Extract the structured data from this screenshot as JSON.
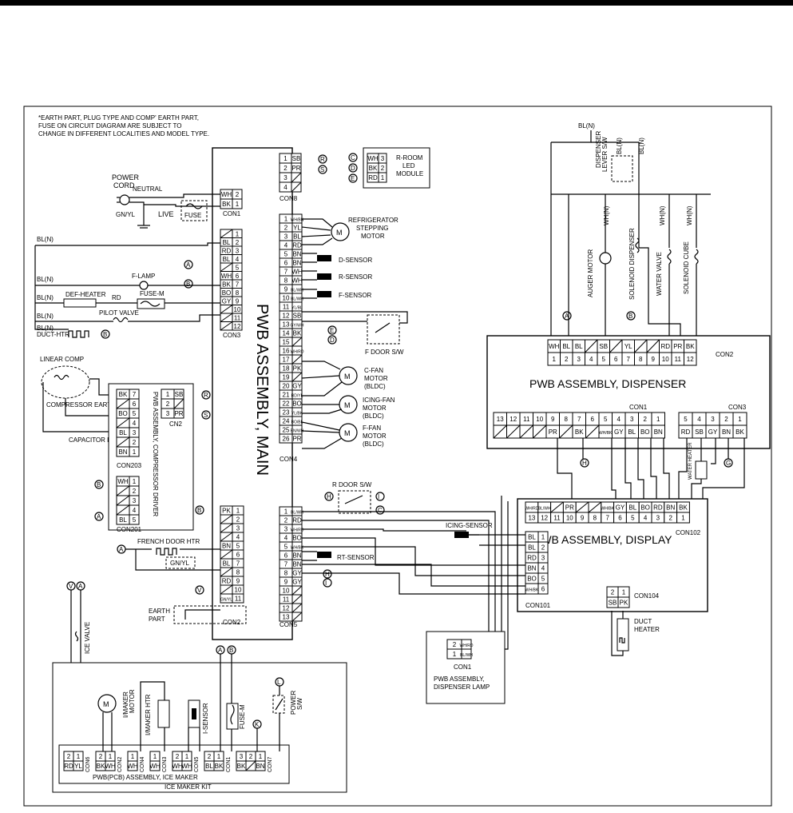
{
  "note": [
    "*EARTH PART, PLUG TYPE AND COMP' EARTH PART,",
    "FUSE ON CIRCUIT DIAGRAM ARE SUBJECT TO",
    "CHANGE IN DIFFERENT LOCALITIES AND MODEL TYPE."
  ],
  "main_board": {
    "label": "PWB ASSEMBLY, MAIN"
  },
  "power": {
    "cord": [
      "POWER",
      "CORD"
    ],
    "neutral": "NEUTRAL",
    "live": "LIVE",
    "fuse": "FUSE",
    "gnd": "GN/YL"
  },
  "con1": {
    "name": "CON1",
    "pins": [
      {
        "c": "WH",
        "n": "2"
      },
      {
        "c": "BK",
        "n": "1"
      }
    ]
  },
  "con3": {
    "name": "CON3",
    "pins": [
      {
        "c": "",
        "n": "1"
      },
      {
        "c": "BL",
        "n": "2"
      },
      {
        "c": "RD",
        "n": "3"
      },
      {
        "c": "BL",
        "n": "4"
      },
      {
        "c": "",
        "n": "5"
      },
      {
        "c": "WH",
        "n": "6"
      },
      {
        "c": "BK",
        "n": "7"
      },
      {
        "c": "BO",
        "n": "8"
      },
      {
        "c": "GY",
        "n": "9"
      },
      {
        "c": "",
        "n": "10"
      },
      {
        "c": "",
        "n": "11"
      },
      {
        "c": "",
        "n": "12"
      }
    ]
  },
  "con8": {
    "name": "CON8",
    "pins": [
      {
        "n": "1",
        "c": "SB"
      },
      {
        "n": "2",
        "c": "PR"
      },
      {
        "n": "3",
        "c": ""
      },
      {
        "n": "4",
        "c": ""
      }
    ]
  },
  "con4": {
    "name": "CON4",
    "pins": [
      {
        "n": "1",
        "c": "WH/BN"
      },
      {
        "n": "2",
        "c": "YL"
      },
      {
        "n": "3",
        "c": "BL"
      },
      {
        "n": "4",
        "c": "RD"
      },
      {
        "n": "5",
        "c": "BN"
      },
      {
        "n": "6",
        "c": "BN"
      },
      {
        "n": "7",
        "c": "WH"
      },
      {
        "n": "8",
        "c": "WH"
      },
      {
        "n": "9",
        "c": "BL/WH"
      },
      {
        "n": "10",
        "c": "BL/WH"
      },
      {
        "n": "11",
        "c": "YL/BL"
      },
      {
        "n": "12",
        "c": "SB"
      },
      {
        "n": "13",
        "c": "GY/WH"
      },
      {
        "n": "14",
        "c": "BK"
      },
      {
        "n": "15",
        "c": ""
      },
      {
        "n": "16",
        "c": "WH/RD"
      },
      {
        "n": "17",
        "c": ""
      },
      {
        "n": "18",
        "c": "PK"
      },
      {
        "n": "19",
        "c": ""
      },
      {
        "n": "20",
        "c": "GY"
      },
      {
        "n": "21",
        "c": "RD/YL"
      },
      {
        "n": "22",
        "c": "BO"
      },
      {
        "n": "23",
        "c": "YL/BK"
      },
      {
        "n": "24",
        "c": "BO/BL"
      },
      {
        "n": "25",
        "c": "BN/WH"
      },
      {
        "n": "26",
        "c": "PR"
      }
    ]
  },
  "con2": {
    "name": "CON2",
    "pins": [
      {
        "c": "PK",
        "n": "1"
      },
      {
        "c": "",
        "n": "2"
      },
      {
        "c": "",
        "n": "3"
      },
      {
        "c": "",
        "n": "4"
      },
      {
        "c": "BN",
        "n": "5"
      },
      {
        "c": "",
        "n": "6"
      },
      {
        "c": "BL",
        "n": "7"
      },
      {
        "c": "",
        "n": "8"
      },
      {
        "c": "RD",
        "n": "9"
      },
      {
        "c": "",
        "n": "10"
      },
      {
        "c": "GN/YL",
        "n": "11"
      }
    ]
  },
  "con5": {
    "name": "CON5",
    "pins": [
      {
        "n": "1",
        "c": "BL/WH"
      },
      {
        "n": "2",
        "c": "RD"
      },
      {
        "n": "3",
        "c": "WH/RD"
      },
      {
        "n": "4",
        "c": "BO"
      },
      {
        "n": "5",
        "c": "WH/BK"
      },
      {
        "n": "6",
        "c": "BN"
      },
      {
        "n": "7",
        "c": "BN"
      },
      {
        "n": "8",
        "c": "GY"
      },
      {
        "n": "9",
        "c": "GY"
      },
      {
        "n": "10",
        "c": ""
      },
      {
        "n": "11",
        "c": ""
      },
      {
        "n": "12",
        "c": ""
      },
      {
        "n": "13",
        "c": ""
      }
    ]
  },
  "led": {
    "label": [
      "R-ROOM",
      "LED",
      "MODULE"
    ],
    "pins": [
      {
        "c": "WH",
        "n": "3"
      },
      {
        "c": "BK",
        "n": "2"
      },
      {
        "c": "RD",
        "n": "1"
      }
    ]
  },
  "loads_left": {
    "bl": "BL(N)",
    "f_lamp": "F-LAMP",
    "def_heater": "DEF-HEATER",
    "rd": "RD",
    "fuse_m": "FUSE-M",
    "pilot_valve": "PILOT VALVE",
    "duct_htr": "DUCT-HTR"
  },
  "motors": {
    "ref_step": [
      "REFRIGERATOR",
      "STEPPING",
      "MOTOR"
    ],
    "c_fan": [
      "C-FAN",
      "MOTOR",
      "(BLDC)"
    ],
    "icing_fan": [
      "ICING-FAN",
      "MOTOR",
      "(BLDC)"
    ],
    "f_fan": [
      "F-FAN",
      "MOTOR",
      "(BLDC)"
    ],
    "m": "M"
  },
  "sensors": {
    "d": "D-SENSOR",
    "r": "R-SENSOR",
    "f": "F-SENSOR",
    "rt": "RT-SENSOR",
    "icing": "ICING-SENSOR"
  },
  "switches": {
    "f_door": "F DOOR S/W",
    "r_door": "R DOOR S/W"
  },
  "compressor": {
    "linear": "LINEAR COMP",
    "earth": "COMPRESSOR EARTH PART",
    "capacitor": "CAPACITOR PART",
    "driver": "PWB ASSEMBLY, COMPRESSOR DRIVER",
    "con203": "CON203",
    "con201": "CON201",
    "cn2": "CN2",
    "con203_pins": [
      {
        "c": "BK",
        "n": "7"
      },
      {
        "c": "",
        "n": "6"
      },
      {
        "c": "BO",
        "n": "5"
      },
      {
        "c": "",
        "n": "4"
      },
      {
        "c": "BL",
        "n": "3"
      },
      {
        "c": "",
        "n": "2"
      },
      {
        "c": "BN",
        "n": "1"
      }
    ],
    "con201_pins": [
      {
        "c": "WH",
        "n": "1"
      },
      {
        "c": "",
        "n": "2"
      },
      {
        "c": "",
        "n": "3"
      },
      {
        "c": "",
        "n": "4"
      },
      {
        "c": "BL",
        "n": "5"
      }
    ],
    "cn2_pins": [
      {
        "n": "1",
        "c": "SB"
      },
      {
        "n": "2",
        "c": ""
      },
      {
        "n": "3",
        "c": "PR"
      }
    ]
  },
  "french": {
    "htr": "FRENCH DOOR HTR",
    "gnd": "GN/YL",
    "earth": [
      "EARTH",
      "PART"
    ]
  },
  "dispenser": {
    "label": "PWB ASSEMBLY, DISPENSER",
    "con2": "CON2",
    "con1": "CON1",
    "con3": "CON3",
    "bl": "BL(N)",
    "lever": [
      "DISPENSER",
      "LEVER S/W"
    ],
    "wh": "WH(N)",
    "auger": "AUGER MOTOR",
    "sol_disp": "SOLENOID DISPENSER",
    "water": "WATER VALVE",
    "sol_cube": "SOLENOID CUBE",
    "con2_cols": [
      {
        "c": "WH",
        "n": "1"
      },
      {
        "c": "BL",
        "n": "2"
      },
      {
        "c": "BL",
        "n": "3"
      },
      {
        "c": "",
        "n": "4"
      },
      {
        "c": "SB",
        "n": "5"
      },
      {
        "c": "",
        "n": "6"
      },
      {
        "c": "YL",
        "n": "7"
      },
      {
        "c": "",
        "n": "8"
      },
      {
        "c": "",
        "n": "9"
      },
      {
        "c": "RD",
        "n": "10"
      },
      {
        "c": "PR",
        "n": "11"
      },
      {
        "c": "BK",
        "n": "12"
      }
    ],
    "con1_cols": [
      {
        "n": "13",
        "c": ""
      },
      {
        "n": "12",
        "c": ""
      },
      {
        "n": "11",
        "c": ""
      },
      {
        "n": "10",
        "c": ""
      },
      {
        "n": "9",
        "c": "PR"
      },
      {
        "n": "8",
        "c": ""
      },
      {
        "n": "7",
        "c": "BK"
      },
      {
        "n": "6",
        "c": ""
      },
      {
        "n": "5",
        "c": "WH/BK"
      },
      {
        "n": "4",
        "c": "GY"
      },
      {
        "n": "3",
        "c": "BL"
      },
      {
        "n": "2",
        "c": "BO"
      },
      {
        "n": "1",
        "c": "BN"
      }
    ],
    "con3_cols": [
      {
        "n": "5",
        "c": "RD"
      },
      {
        "n": "4",
        "c": "SB"
      },
      {
        "n": "3",
        "c": "GY"
      },
      {
        "n": "2",
        "c": "BN"
      },
      {
        "n": "1",
        "c": "BK"
      }
    ],
    "water_heater": "WATER HEATER"
  },
  "display": {
    "label": "PWB ASSEMBLY, DISPLAY",
    "con102": "CON102",
    "con101": "CON101",
    "con104": "CON104",
    "duct": [
      "DUCT",
      "HEATER"
    ],
    "con102_cols": [
      {
        "c": "WH/RD",
        "n": "13"
      },
      {
        "c": "BL/WH",
        "n": "12"
      },
      {
        "c": "",
        "n": "11"
      },
      {
        "c": "PR",
        "n": "10"
      },
      {
        "c": "",
        "n": "9"
      },
      {
        "c": "",
        "n": "8"
      },
      {
        "c": "WH/BK",
        "n": "7"
      },
      {
        "c": "GY",
        "n": "6"
      },
      {
        "c": "BL",
        "n": "5"
      },
      {
        "c": "BO",
        "n": "4"
      },
      {
        "c": "RD",
        "n": "3"
      },
      {
        "c": "BN",
        "n": "2"
      },
      {
        "c": "BK",
        "n": "1"
      }
    ],
    "con101_pins": [
      {
        "c": "BL",
        "n": "1"
      },
      {
        "c": "BL",
        "n": "2"
      },
      {
        "c": "RD",
        "n": "3"
      },
      {
        "c": "BN",
        "n": "4"
      },
      {
        "c": "BO",
        "n": "5"
      },
      {
        "c": "WH/BK",
        "n": "6"
      }
    ],
    "con104_cols": [
      {
        "n": "2",
        "c": "SB"
      },
      {
        "n": "1",
        "c": "PK"
      }
    ]
  },
  "lamp": {
    "con": "CON1",
    "label": [
      "PWB ASSEMBLY,",
      "DISPENSER LAMP"
    ],
    "pins": [
      {
        "n": "2",
        "c": "WH/RD"
      },
      {
        "n": "1",
        "c": "BL/WH"
      }
    ]
  },
  "ice": {
    "valve": "ICE VALVE",
    "motor": [
      "I/MAKER",
      "MOTOR"
    ],
    "htr": "I/MAKER HTR",
    "sensor": "I-SENSOR",
    "fuse": "FUSE-M",
    "power_sw": [
      "POWER",
      "S/W"
    ],
    "pwb": "PWB(PCB)  ASSEMBLY, ICE MAKER",
    "kit": "ICE MAKER KIT",
    "cons": [
      {
        "name": "CON6",
        "pins": [
          {
            "n": "2",
            "c": "RD"
          },
          {
            "n": "1",
            "c": "YL"
          }
        ]
      },
      {
        "name": "CON2",
        "pins": [
          {
            "n": "2",
            "c": "BK"
          },
          {
            "n": "1",
            "c": "WH"
          }
        ]
      },
      {
        "name": "CON4",
        "pins": [
          {
            "n": "1",
            "c": "WH"
          }
        ]
      },
      {
        "name": "CON3",
        "pins": [
          {
            "n": "1",
            "c": "WH"
          }
        ]
      },
      {
        "name": "CON5",
        "pins": [
          {
            "n": "2",
            "c": "WH"
          },
          {
            "n": "1",
            "c": "WH"
          }
        ]
      },
      {
        "name": "CON1",
        "pins": [
          {
            "n": "2",
            "c": "BL"
          },
          {
            "n": "1",
            "c": "BK"
          }
        ]
      },
      {
        "name": "CON7",
        "pins": [
          {
            "n": "3",
            "c": "BK"
          },
          {
            "n": "2",
            "c": ""
          },
          {
            "n": "1",
            "c": "BN"
          }
        ]
      }
    ]
  },
  "markers": {
    "A": "A",
    "B": "B",
    "C": "C",
    "D": "D",
    "E": "E",
    "G": "G",
    "H": "H",
    "I": "I",
    "K": "K",
    "L": "L",
    "R": "R",
    "S": "S",
    "V": "V"
  }
}
